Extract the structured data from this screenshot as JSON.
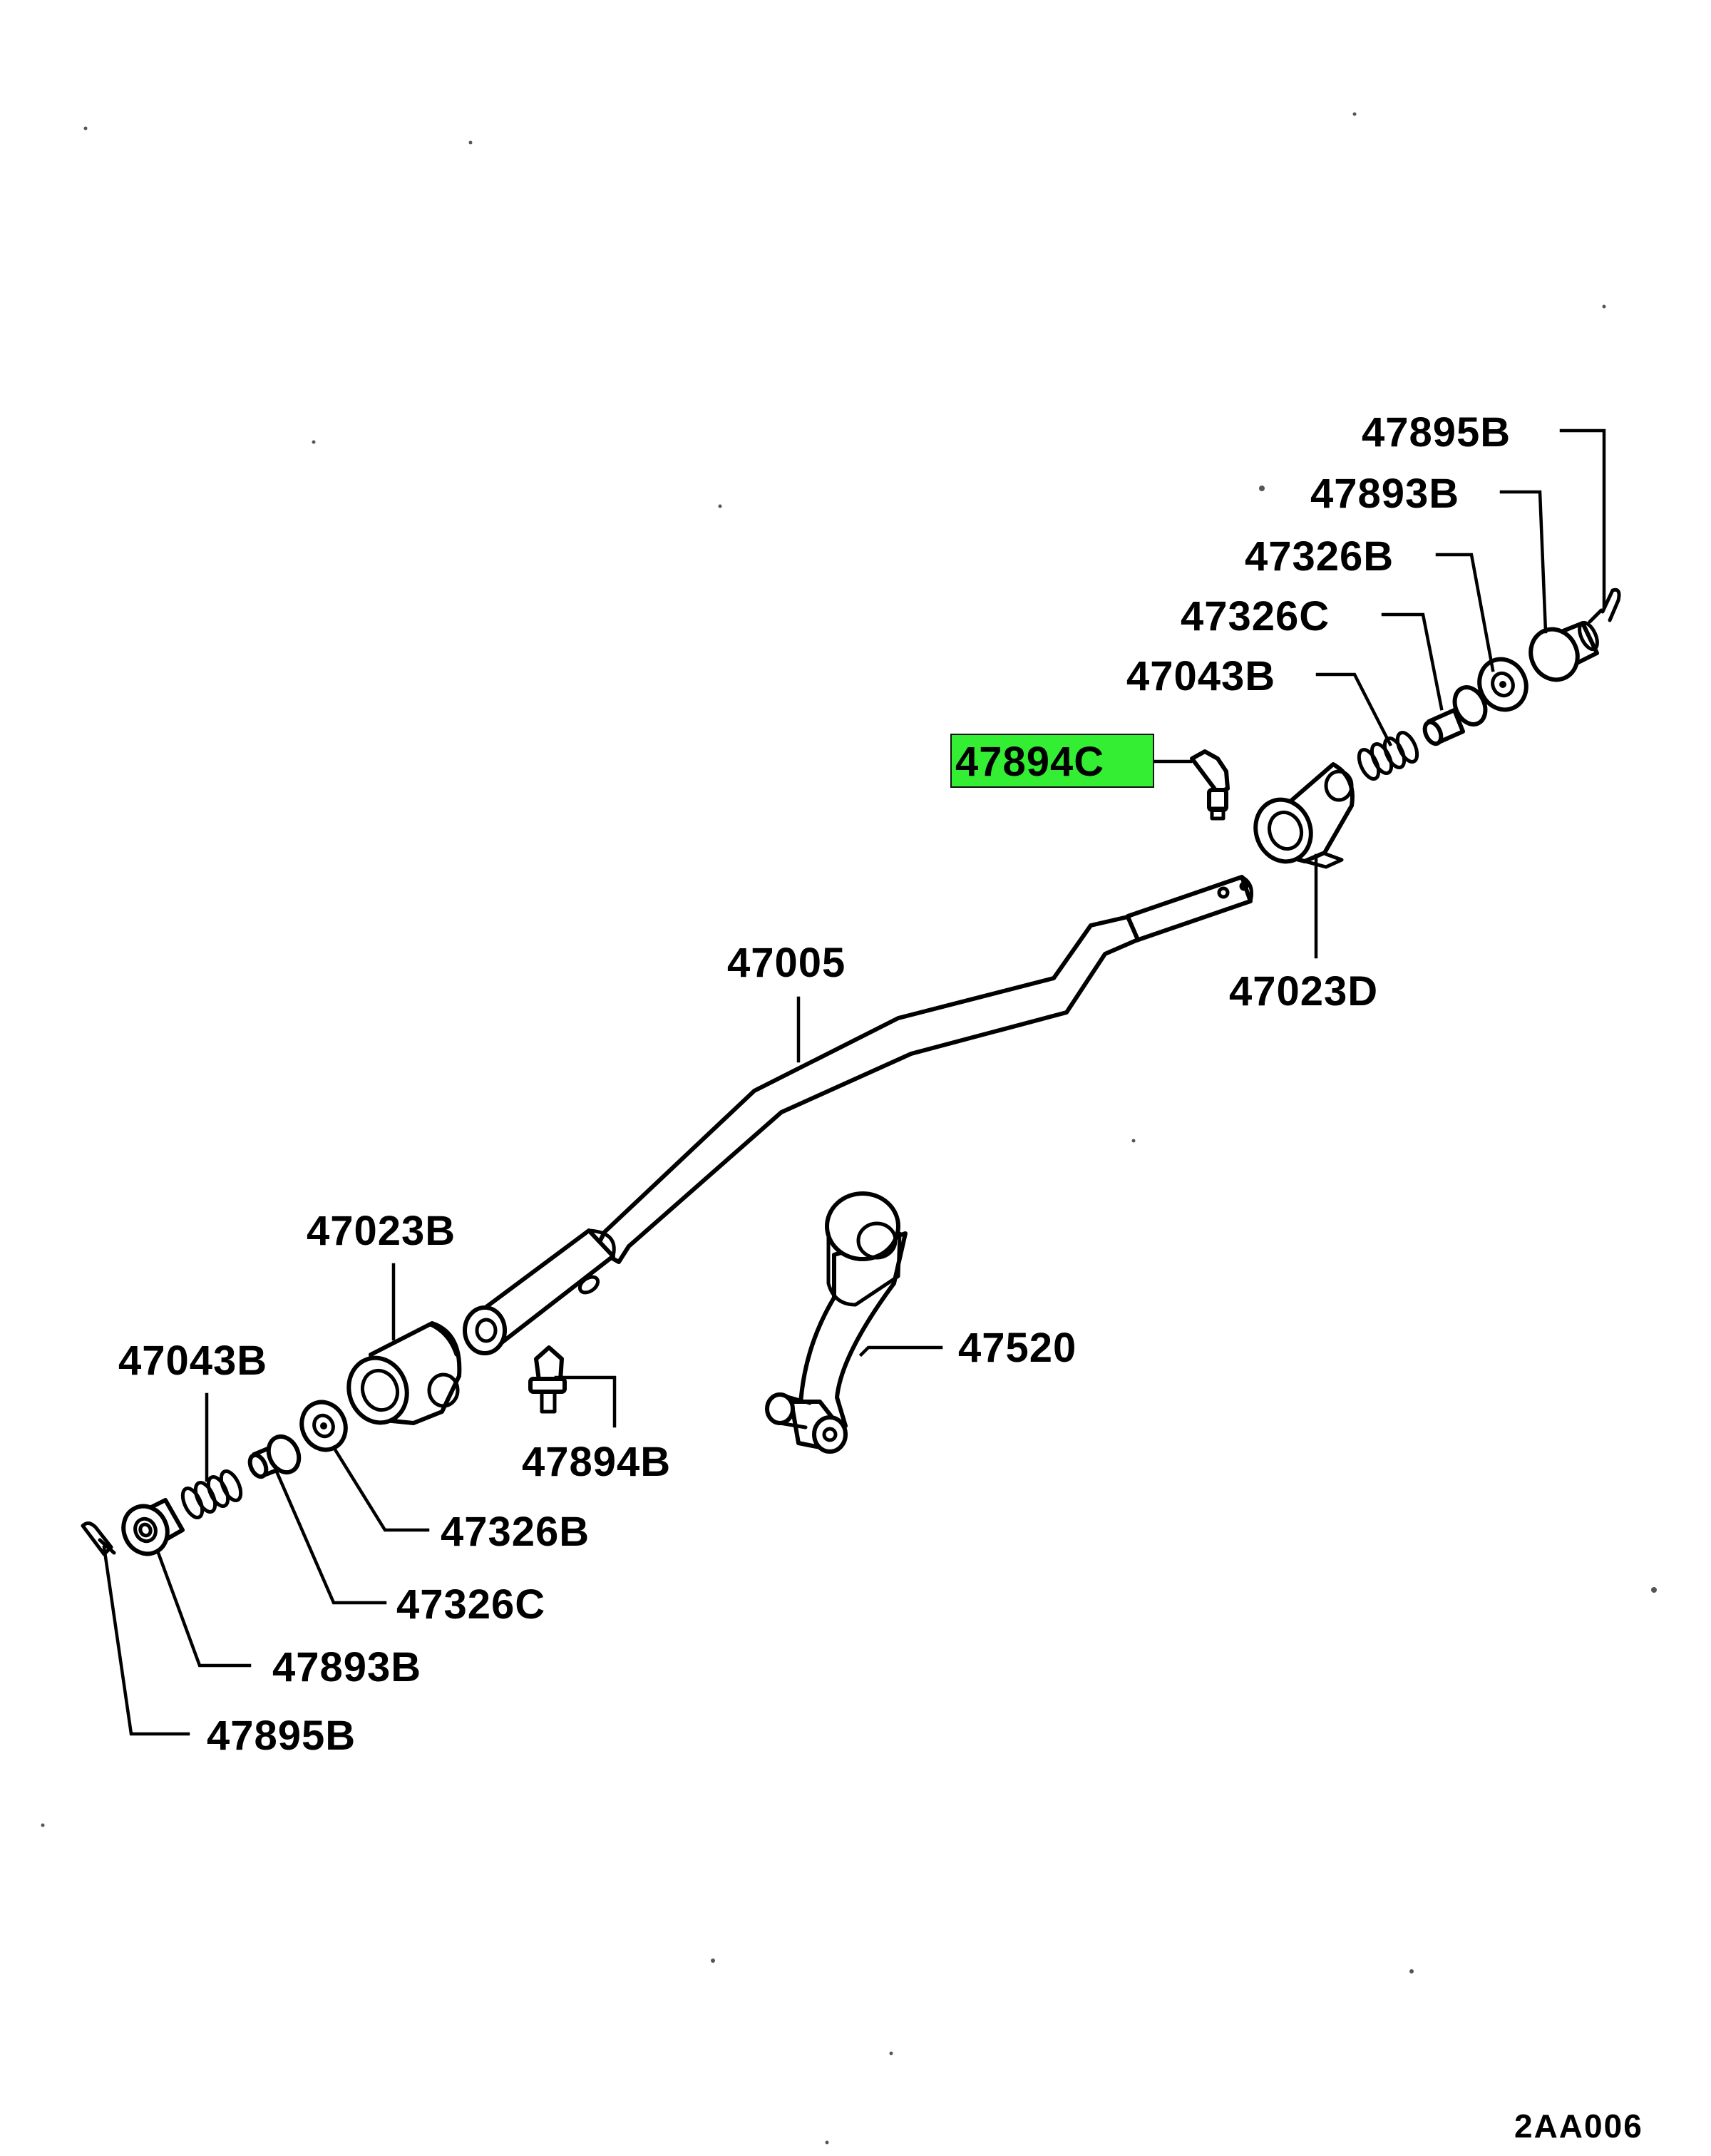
{
  "highlight_color": "#33ee33",
  "diagram_code": "2AA006",
  "callouts": {
    "top_47895B": "47895B",
    "top_47893B": "47893B",
    "top_47326B": "47326B",
    "top_47326C": "47326C",
    "top_47043B": "47043B",
    "top_47894C": "47894C",
    "top_47023D": "47023D",
    "rod_47005": "47005",
    "left_47023B": "47023B",
    "left_47043B": "47043B",
    "left_47894B": "47894B",
    "left_47326B": "47326B",
    "left_47326C": "47326C",
    "left_47893B": "47893B",
    "left_47895B": "47895B",
    "arm_47520": "47520"
  }
}
